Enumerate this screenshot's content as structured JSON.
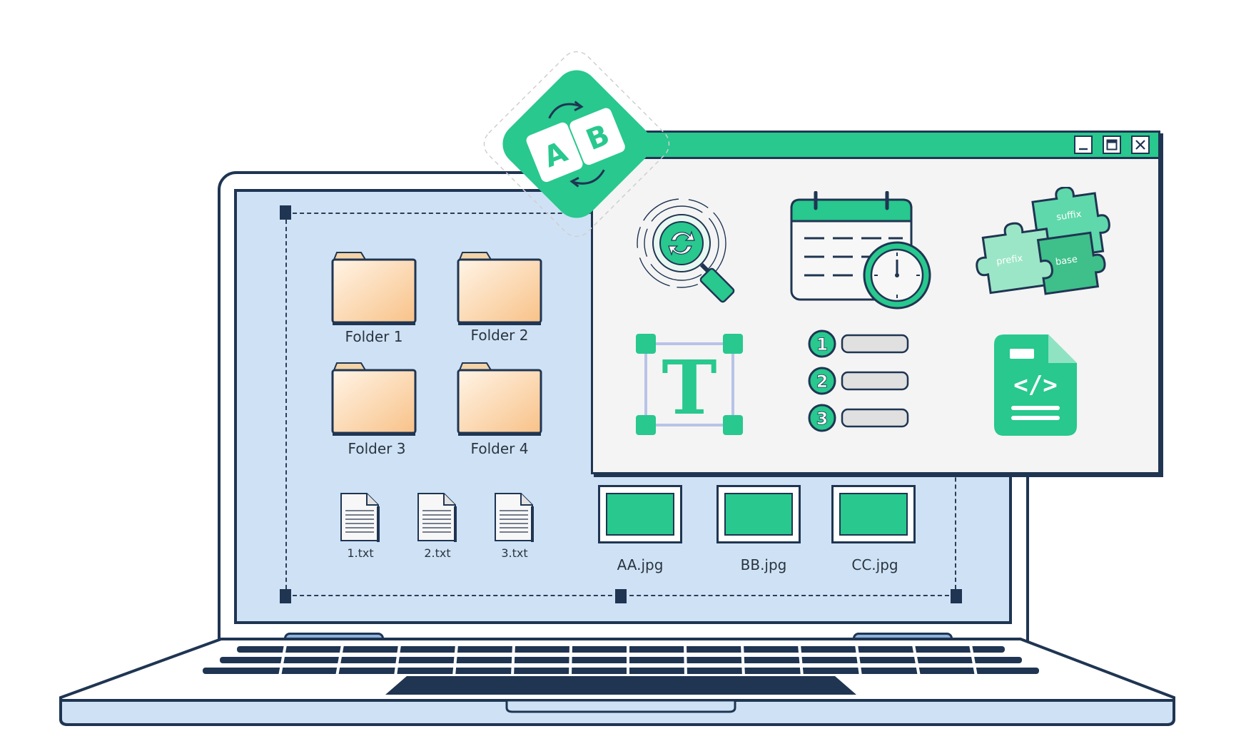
{
  "desktop": {
    "folders": [
      {
        "label": "Folder 1"
      },
      {
        "label": "Folder 2"
      },
      {
        "label": "Folder 3"
      },
      {
        "label": "Folder 4"
      }
    ],
    "text_files": [
      {
        "label": "1.txt"
      },
      {
        "label": "2.txt"
      },
      {
        "label": "3.txt"
      }
    ],
    "image_files": [
      {
        "label": "AA.jpg"
      },
      {
        "label": "BB.jpg"
      },
      {
        "label": "CC.jpg"
      }
    ]
  },
  "app_badge": {
    "letters": [
      "A",
      "B"
    ],
    "icon": "swap-ab-icon"
  },
  "app_window": {
    "window_buttons": [
      "minimize-icon",
      "maximize-icon",
      "close-icon"
    ],
    "tools": [
      {
        "icon": "search-replace-icon"
      },
      {
        "icon": "calendar-clock-icon"
      },
      {
        "icon": "puzzle-icon",
        "pieces": [
          "suffix",
          "prefix",
          "base"
        ]
      },
      {
        "icon": "text-transform-icon",
        "glyph": "T"
      },
      {
        "icon": "numbered-list-icon",
        "numbers": [
          "1",
          "2",
          "3"
        ]
      },
      {
        "icon": "code-file-icon",
        "glyph": "</>"
      }
    ]
  },
  "colors": {
    "accent": "#28c88e",
    "outline": "#1f3552",
    "screen": "#cfe2f5",
    "window": "#f4f4f4"
  }
}
